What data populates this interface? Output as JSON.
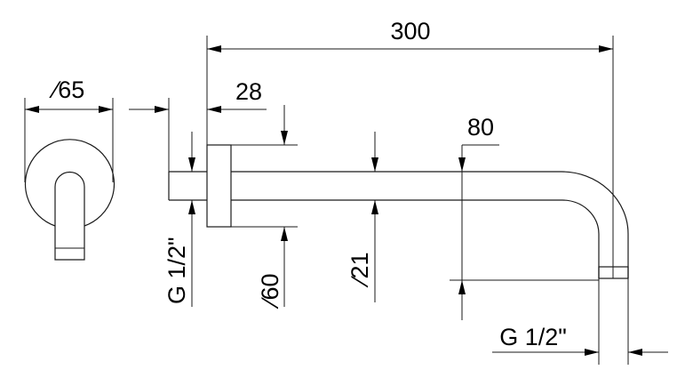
{
  "drawing": {
    "title": "Shower arm dimension drawing",
    "dimensions": {
      "overall_length": "300",
      "rosette_diameter_front": "∕65",
      "wall_depth": "28",
      "thread_left": "G 1/2\"",
      "rosette_diameter": "∕60",
      "pipe_diameter": "∕21",
      "drop": "80",
      "thread_bottom": "G 1/2\""
    },
    "colors": {
      "line": "#1a1a1a",
      "background": "#ffffff"
    }
  }
}
